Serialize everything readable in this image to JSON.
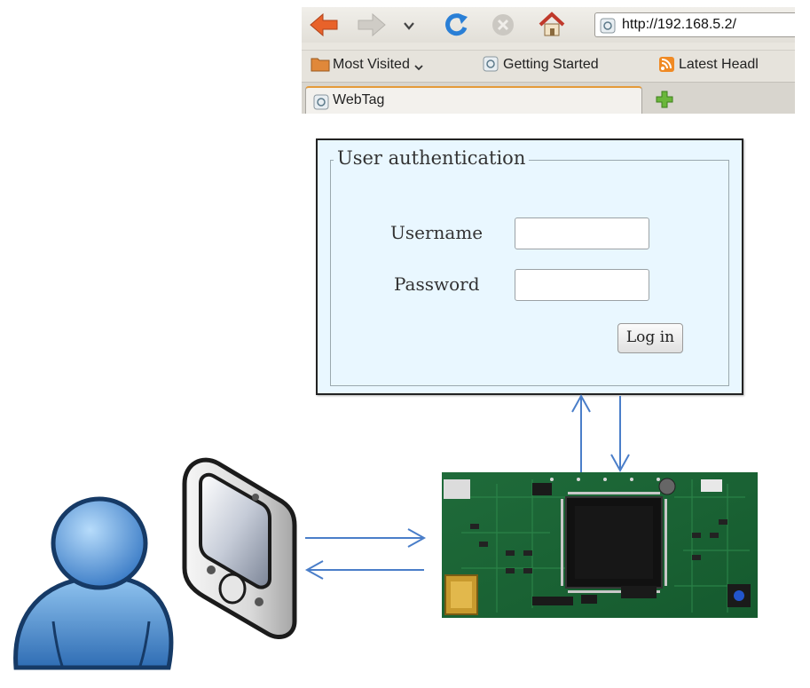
{
  "browser": {
    "url": "http://192.168.5.2/",
    "bookmarks": [
      "Most Visited",
      "Getting Started",
      "Latest Headl"
    ],
    "tab_title": "WebTag",
    "icons": {
      "back": "back-arrow-icon",
      "forward": "forward-arrow-icon",
      "history": "chevron-down-icon",
      "reload": "reload-icon",
      "stop": "stop-icon",
      "home": "home-icon",
      "new_tab": "plus-icon"
    }
  },
  "login": {
    "legend": "User authentication",
    "username_label": "Username",
    "password_label": "Password",
    "username_value": "",
    "password_value": "",
    "submit_label": "Log in"
  },
  "diagram": {
    "nodes": [
      "user-icon",
      "smartphone-icon",
      "circuit-board",
      "browser-login-window"
    ],
    "arrow_color": "#4a7ec9"
  }
}
